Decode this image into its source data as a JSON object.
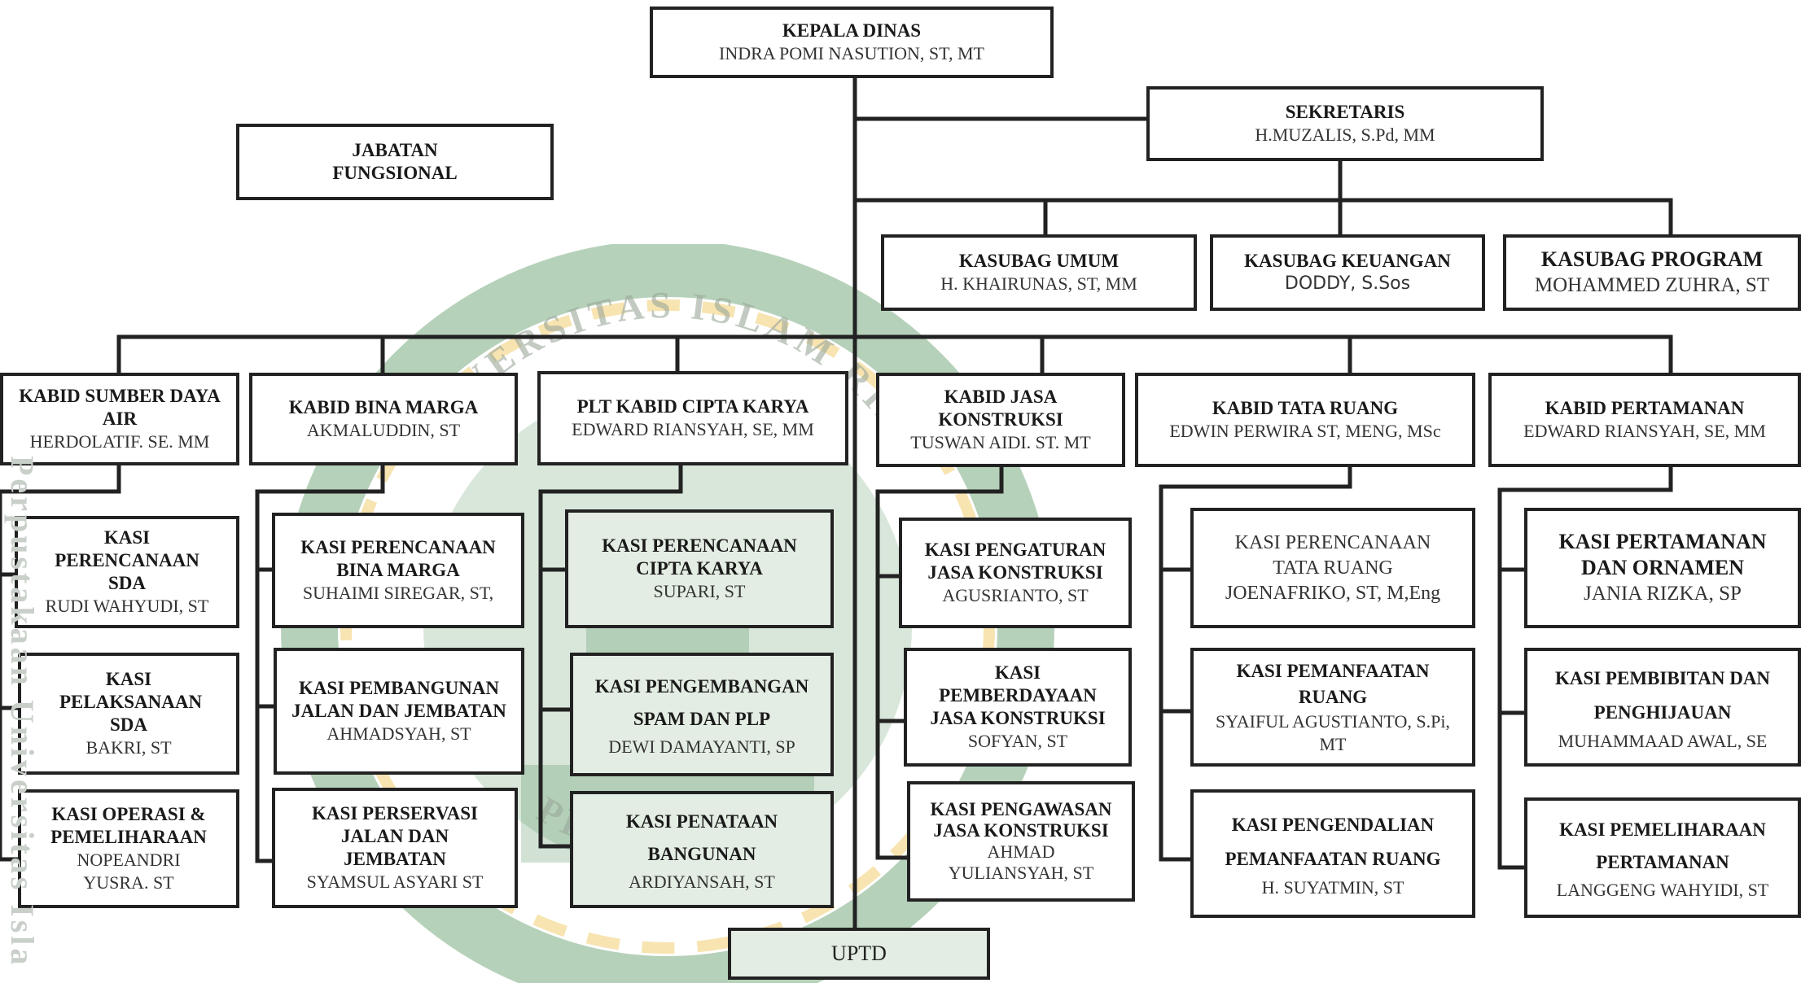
{
  "colors": {
    "line": "#222222",
    "watermark_green": "#2f7a3a",
    "watermark_gold": "#e8b320"
  },
  "watermark": {
    "arc_text_top": "UNIVERSITAS ISLAM RIAU",
    "arc_text_bottom": "PEKANBARU",
    "side_text": "Perpustakaan Universitas Isla"
  },
  "chart": {
    "head": {
      "title": "KEPALA DINAS",
      "name": "INDRA POMI NASUTION, ST, MT"
    },
    "sekretaris": {
      "title": "SEKRETARIS",
      "name": "H.MUZALIS, S.Pd, MM"
    },
    "jabatan_fungsional": {
      "title": "JABATAN FUNGSIONAL"
    },
    "kasubag": [
      {
        "title": "KASUBAG UMUM",
        "name": "H. KHAIRUNAS, ST, MM"
      },
      {
        "title": "KASUBAG KEUANGAN",
        "name": "DODDY, S.Sos"
      },
      {
        "title": "KASUBAG PROGRAM",
        "name": "MOHAMMED ZUHRA, ST"
      }
    ],
    "kabid": [
      {
        "title": "KABID SUMBER DAYA AIR",
        "name": "HERDOLATIF. SE. MM",
        "kasi": [
          {
            "title": "KASI PERENCANAAN SDA",
            "name": "RUDI WAHYUDI, ST"
          },
          {
            "title": "KASI PELAKSANAAN SDA",
            "name": "BAKRI, ST"
          },
          {
            "title": "KASI OPERASI & PEMELIHARAAN",
            "name": "NOPEANDRI YUSRA. ST"
          }
        ]
      },
      {
        "title": "KABID BINA MARGA",
        "name": "AKMALUDDIN, ST",
        "kasi": [
          {
            "title": "KASI PERENCANAAN BINA MARGA",
            "name": "SUHAIMI SIREGAR, ST,"
          },
          {
            "title": "KASI PEMBANGUNAN JALAN DAN JEMBATAN",
            "name": "AHMADSYAH, ST"
          },
          {
            "title": "KASI PERSERVASI JALAN DAN JEMBATAN",
            "name": "SYAMSUL ASYARI ST"
          }
        ]
      },
      {
        "title": "PLT KABID CIPTA KARYA",
        "name": "EDWARD RIANSYAH, SE, MM",
        "kasi": [
          {
            "title": "KASI PERENCANAAN CIPTA KARYA",
            "name": "SUPARI, ST"
          },
          {
            "title": "KASI PENGEMBANGAN SPAM DAN PLP",
            "name": "DEWI DAMAYANTI, SP"
          },
          {
            "title": "KASI PENATAAN BANGUNAN",
            "name": "ARDIYANSAH, ST"
          }
        ]
      },
      {
        "title": "KABID JASA KONSTRUKSI",
        "name": "TUSWAN AIDI. ST. MT",
        "kasi": [
          {
            "title": "KASI PENGATURAN JASA KONSTRUKSI",
            "name": "AGUSRIANTO, ST"
          },
          {
            "title": "KASI PEMBERDAYAAN JASA KONSTRUKSI",
            "name": "SOFYAN, ST"
          },
          {
            "title": "KASI PENGAWASAN JASA KONSTRUKSI",
            "name": "AHMAD YULIANSYAH, ST"
          }
        ]
      },
      {
        "title": "KABID TATA RUANG",
        "name": "EDWIN PERWIRA ST, MENG, MSc",
        "kasi": [
          {
            "title": "",
            "name": "KASI PERENCANAAN TATA RUANG JOENAFRIKO, ST, M,Eng"
          },
          {
            "title": "KASI PEMANFAATAN RUANG",
            "name": "SYAIFUL AGUSTIANTO, S.Pi, MT"
          },
          {
            "title": "KASI PENGENDALIAN PEMANFAATAN RUANG",
            "name": "H. SUYATMIN, ST"
          }
        ]
      },
      {
        "title": "KABID PERTAMANAN",
        "name": "EDWARD RIANSYAH, SE, MM",
        "kasi": [
          {
            "title": "KASI PERTAMANAN DAN ORNAMEN",
            "name": "JANIA RIZKA, SP"
          },
          {
            "title": "KASI PEMBIBITAN DAN PENGHIJAUAN",
            "name": "MUHAMMAAD AWAL, SE"
          },
          {
            "title": "KASI PEMELIHARAAN PERTAMANAN",
            "name": "LANGGENG WAHYIDI, ST"
          }
        ]
      }
    ],
    "uptd": {
      "title": "UPTD"
    }
  }
}
